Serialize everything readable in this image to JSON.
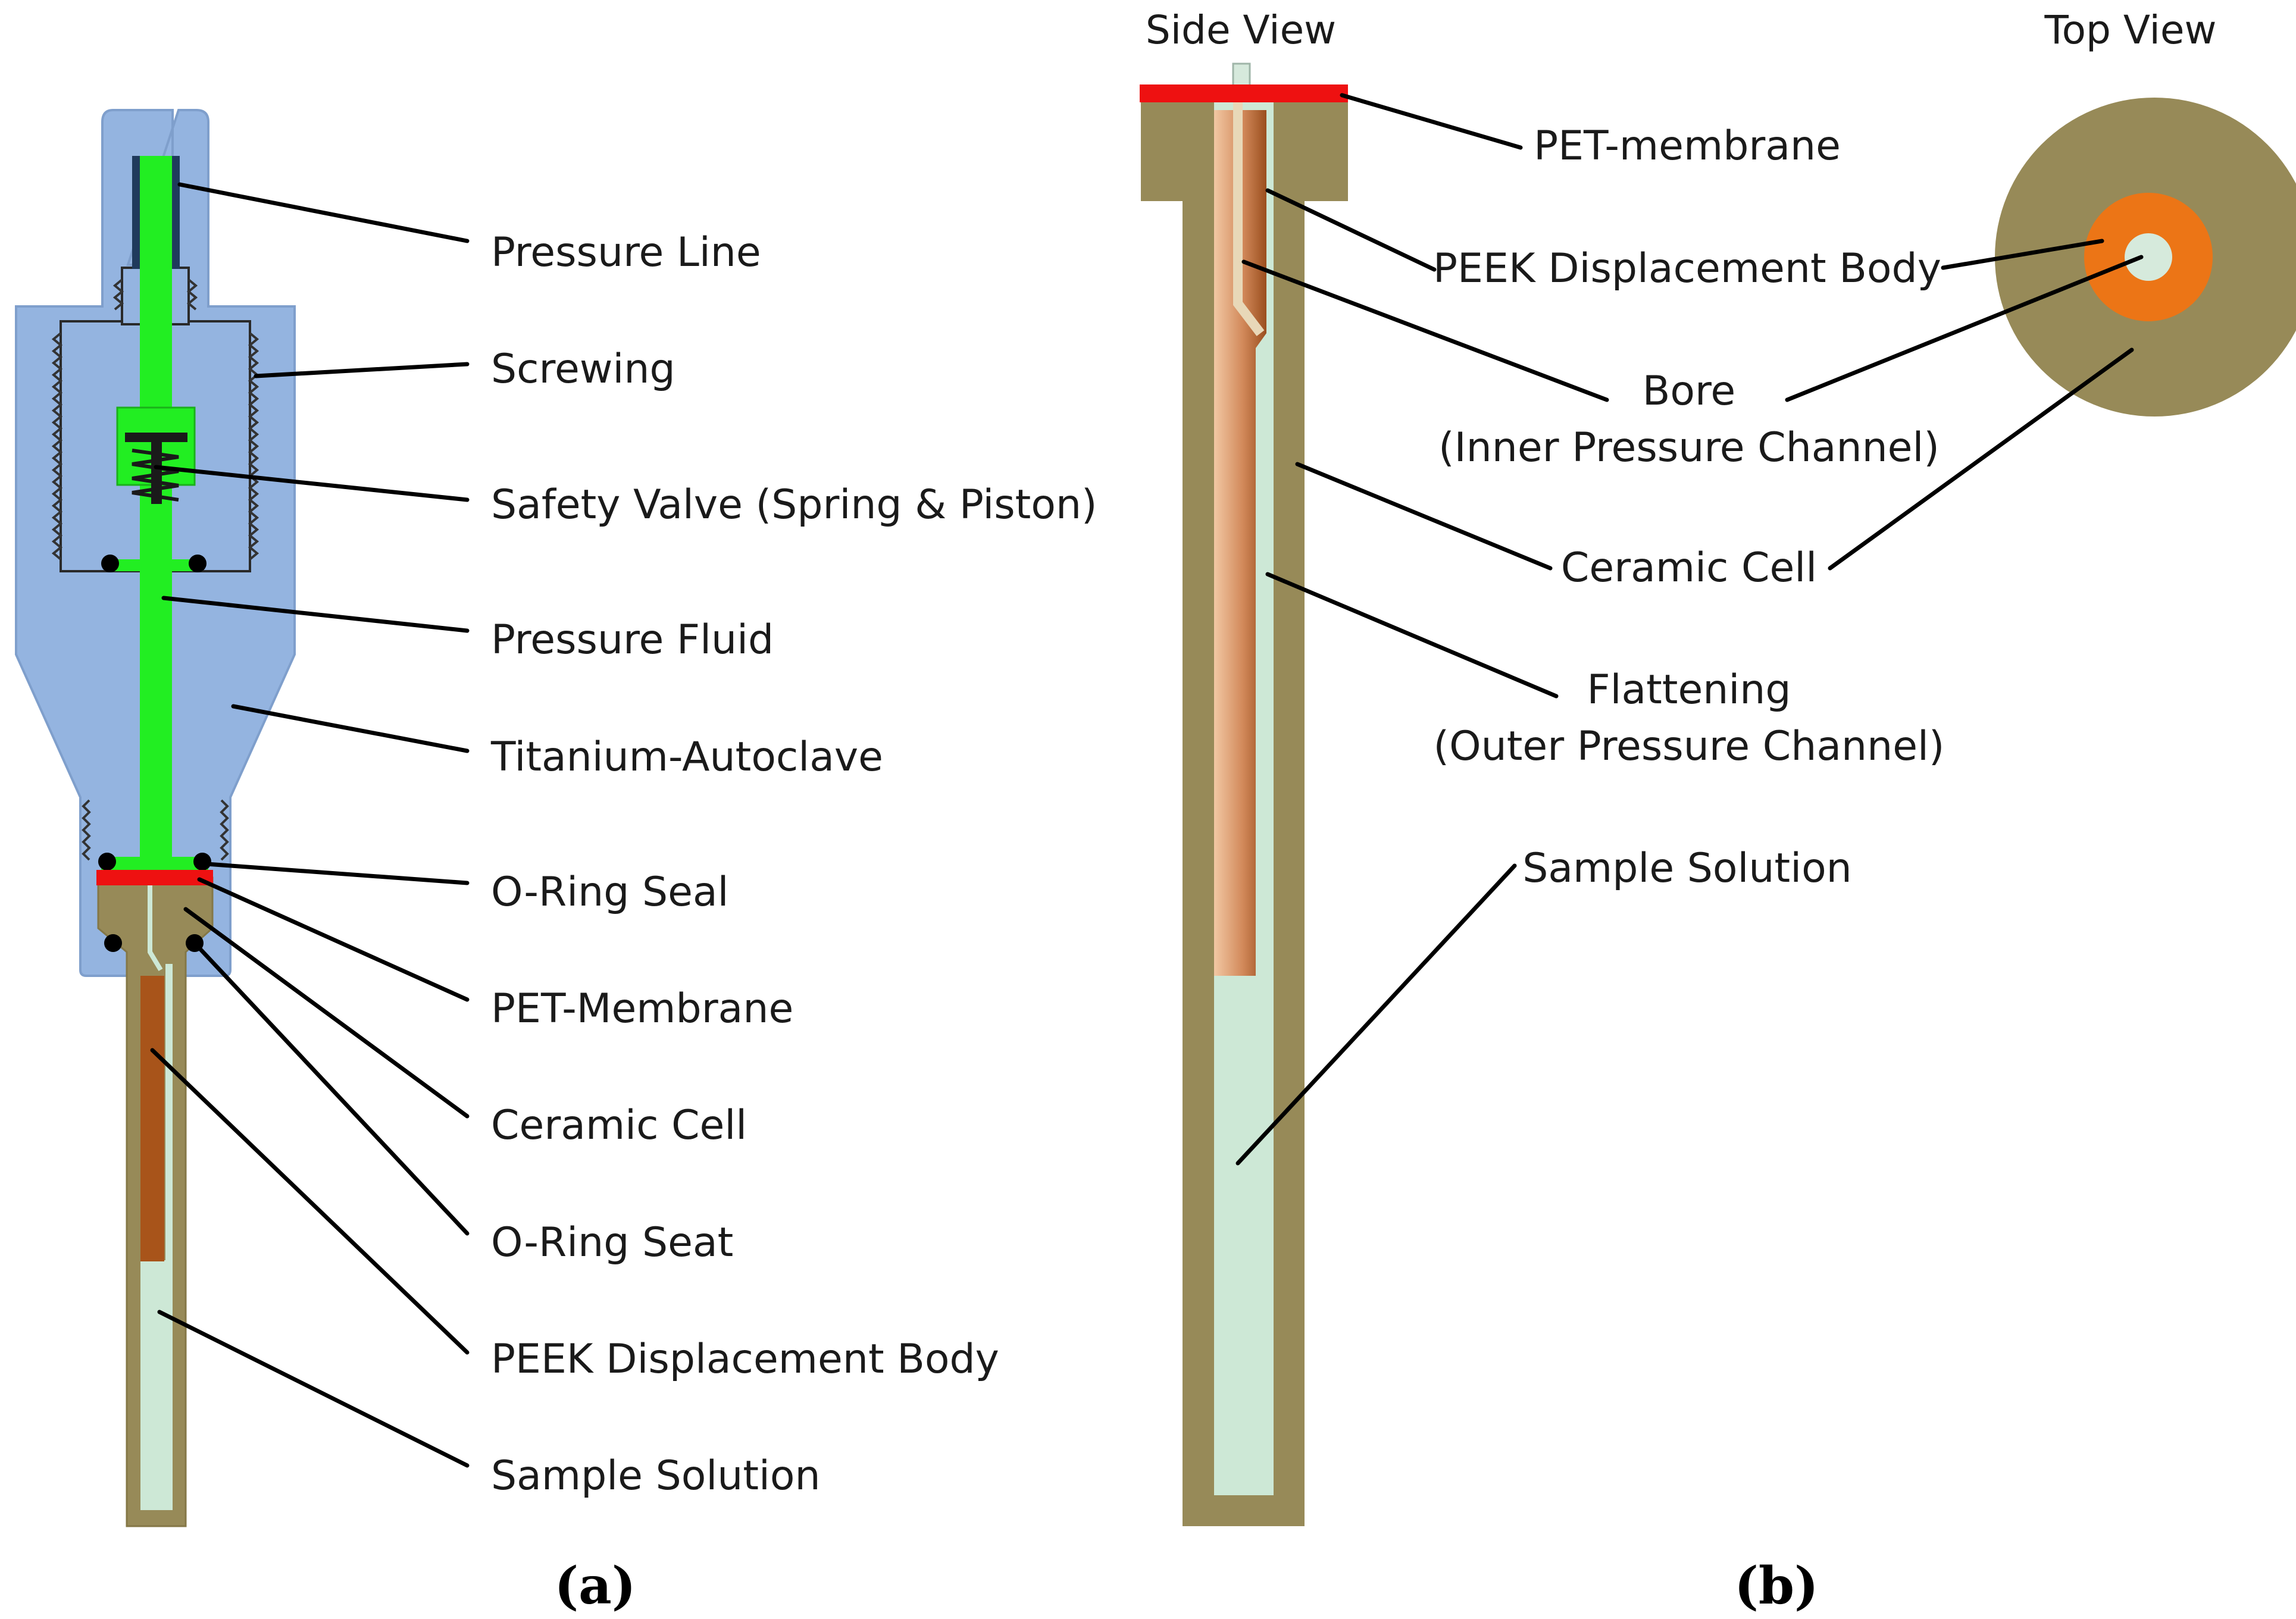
{
  "panel_a": {
    "label": "(a)",
    "callouts": [
      "Pressure Line",
      "Screwing",
      "Safety Valve (Spring & Piston)",
      "Pressure Fluid",
      "Titanium-Autoclave",
      "O-Ring Seal",
      "PET-Membrane",
      "Ceramic Cell",
      "O-Ring Seat",
      "PEEK Displacement Body",
      "Sample Solution"
    ]
  },
  "panel_b": {
    "label": "(b)",
    "side_view_title": "Side View",
    "top_view_title": "Top View",
    "callouts": {
      "pet_membrane": "PET-membrane",
      "peek_body": "PEEK Displacement Body",
      "bore": "Bore",
      "bore_sub": "(Inner Pressure Channel)",
      "ceramic_cell": "Ceramic Cell",
      "flattening": "Flattening",
      "flattening_sub": "(Outer Pressure Channel)",
      "sample_solution": "Sample Solution"
    }
  },
  "colors": {
    "autoclave_blue": "#94B4E0",
    "pressure_fluid_green": "#22EE22",
    "ceramic_olive": "#978A58",
    "membrane_red": "#EE1111",
    "peek_brown": "#A8541A",
    "sample_mint": "#CDE8D6",
    "bore_orange": "#EC7516"
  }
}
